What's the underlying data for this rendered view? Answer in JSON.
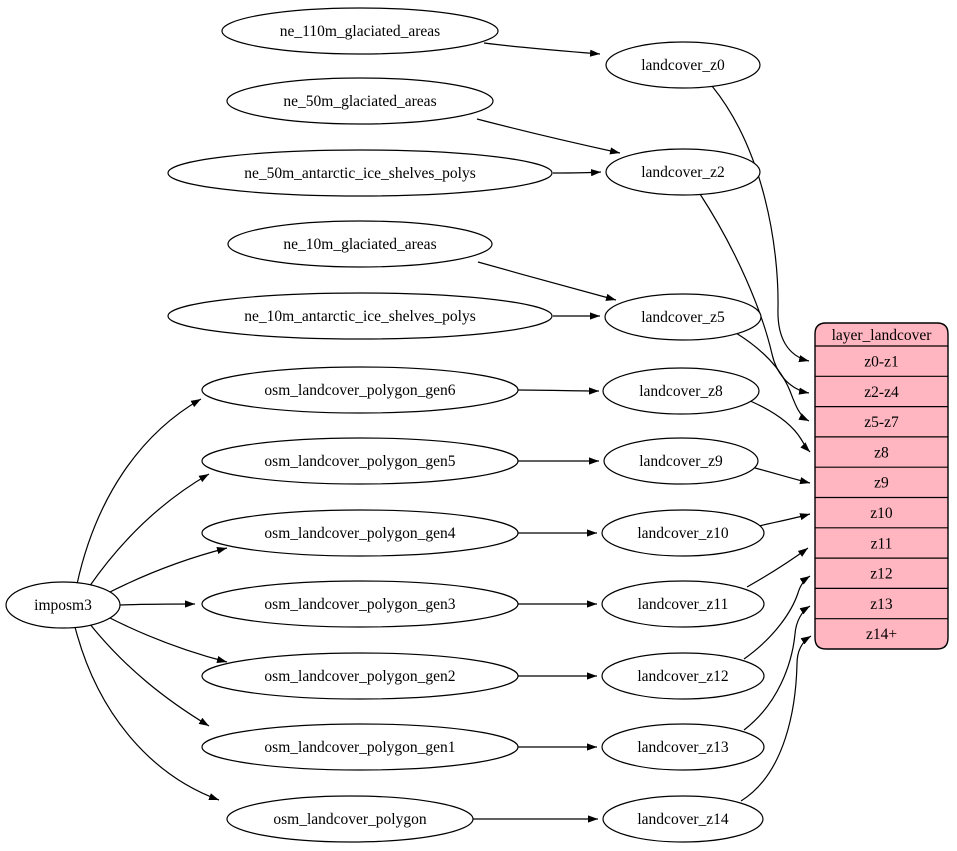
{
  "colors": {
    "background": "#ffffff",
    "node_fill": "#ffffff",
    "stroke": "#000000",
    "table_fill": "#ffb6c1"
  },
  "nodes": {
    "imposm3": "imposm3",
    "ne_110m_glaciated_areas": "ne_110m_glaciated_areas",
    "ne_50m_glaciated_areas": "ne_50m_glaciated_areas",
    "ne_50m_antarctic_ice_shelves_polys": "ne_50m_antarctic_ice_shelves_polys",
    "ne_10m_glaciated_areas": "ne_10m_glaciated_areas",
    "ne_10m_antarctic_ice_shelves_polys": "ne_10m_antarctic_ice_shelves_polys",
    "osm_landcover_polygon_gen6": "osm_landcover_polygon_gen6",
    "osm_landcover_polygon_gen5": "osm_landcover_polygon_gen5",
    "osm_landcover_polygon_gen4": "osm_landcover_polygon_gen4",
    "osm_landcover_polygon_gen3": "osm_landcover_polygon_gen3",
    "osm_landcover_polygon_gen2": "osm_landcover_polygon_gen2",
    "osm_landcover_polygon_gen1": "osm_landcover_polygon_gen1",
    "osm_landcover_polygon": "osm_landcover_polygon",
    "landcover_z0": "landcover_z0",
    "landcover_z2": "landcover_z2",
    "landcover_z5": "landcover_z5",
    "landcover_z8": "landcover_z8",
    "landcover_z9": "landcover_z9",
    "landcover_z10": "landcover_z10",
    "landcover_z11": "landcover_z11",
    "landcover_z12": "landcover_z12",
    "landcover_z13": "landcover_z13",
    "landcover_z14": "landcover_z14"
  },
  "table": {
    "title": "layer_landcover",
    "rows": [
      "z0-z1",
      "z2-z4",
      "z5-z7",
      "z8",
      "z9",
      "z10",
      "z11",
      "z12",
      "z13",
      "z14+"
    ]
  },
  "edges": [
    {
      "from": "imposm3",
      "to": "osm_landcover_polygon_gen6"
    },
    {
      "from": "imposm3",
      "to": "osm_landcover_polygon_gen5"
    },
    {
      "from": "imposm3",
      "to": "osm_landcover_polygon_gen4"
    },
    {
      "from": "imposm3",
      "to": "osm_landcover_polygon_gen3"
    },
    {
      "from": "imposm3",
      "to": "osm_landcover_polygon_gen2"
    },
    {
      "from": "imposm3",
      "to": "osm_landcover_polygon_gen1"
    },
    {
      "from": "imposm3",
      "to": "osm_landcover_polygon"
    },
    {
      "from": "ne_110m_glaciated_areas",
      "to": "landcover_z0"
    },
    {
      "from": "ne_50m_glaciated_areas",
      "to": "landcover_z2"
    },
    {
      "from": "ne_50m_antarctic_ice_shelves_polys",
      "to": "landcover_z2"
    },
    {
      "from": "ne_10m_glaciated_areas",
      "to": "landcover_z5"
    },
    {
      "from": "ne_10m_antarctic_ice_shelves_polys",
      "to": "landcover_z5"
    },
    {
      "from": "osm_landcover_polygon_gen6",
      "to": "landcover_z8"
    },
    {
      "from": "osm_landcover_polygon_gen5",
      "to": "landcover_z9"
    },
    {
      "from": "osm_landcover_polygon_gen4",
      "to": "landcover_z10"
    },
    {
      "from": "osm_landcover_polygon_gen3",
      "to": "landcover_z11"
    },
    {
      "from": "osm_landcover_polygon_gen2",
      "to": "landcover_z12"
    },
    {
      "from": "osm_landcover_polygon_gen1",
      "to": "landcover_z13"
    },
    {
      "from": "osm_landcover_polygon",
      "to": "landcover_z14"
    },
    {
      "from": "landcover_z0",
      "to": "layer_landcover.z0-z1"
    },
    {
      "from": "landcover_z2",
      "to": "layer_landcover.z2-z4"
    },
    {
      "from": "landcover_z5",
      "to": "layer_landcover.z5-z7"
    },
    {
      "from": "landcover_z8",
      "to": "layer_landcover.z8"
    },
    {
      "from": "landcover_z9",
      "to": "layer_landcover.z9"
    },
    {
      "from": "landcover_z10",
      "to": "layer_landcover.z10"
    },
    {
      "from": "landcover_z11",
      "to": "layer_landcover.z11"
    },
    {
      "from": "landcover_z12",
      "to": "layer_landcover.z12"
    },
    {
      "from": "landcover_z13",
      "to": "layer_landcover.z13"
    },
    {
      "from": "landcover_z14",
      "to": "layer_landcover.z14+"
    }
  ]
}
